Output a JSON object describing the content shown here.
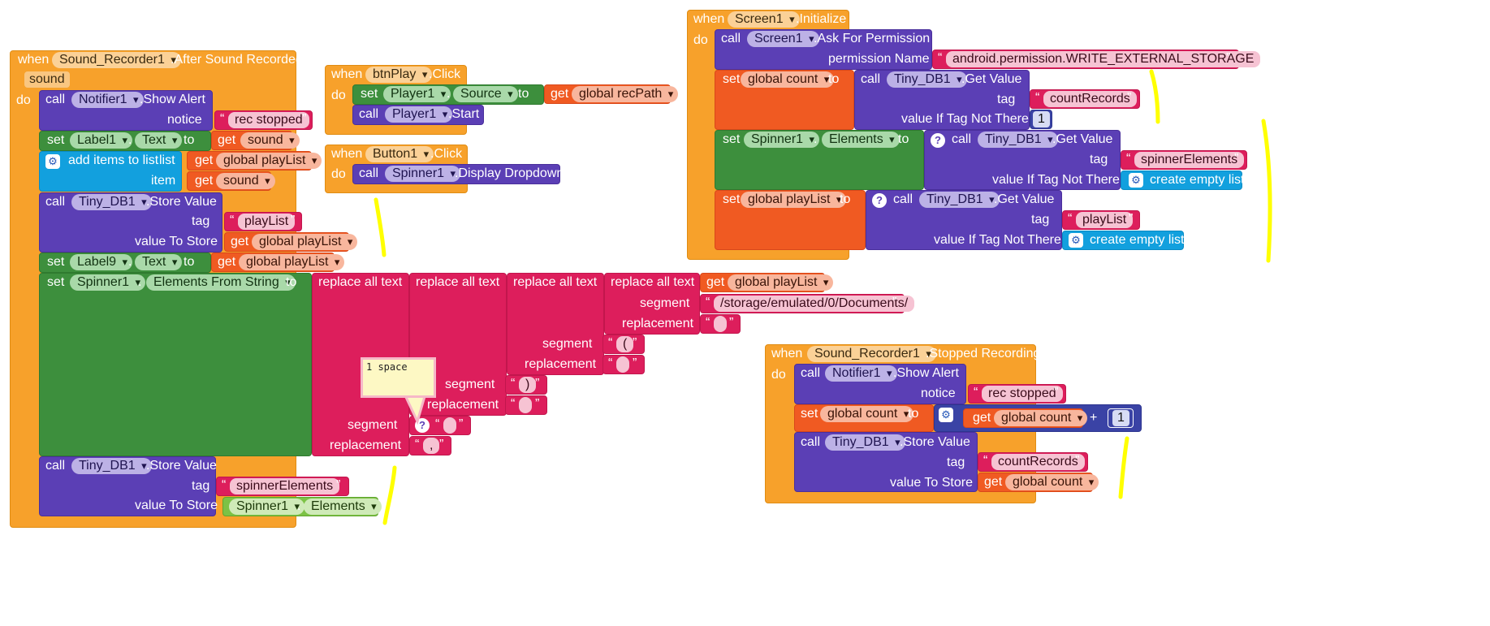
{
  "kw": {
    "when": "when",
    "do": "do",
    "call": "call",
    "set": "set",
    "get": "get",
    "to": "to",
    "add_items": "add items to list",
    "list": "list",
    "item": "item",
    "replace_all": "replace all text",
    "segment": "segment",
    "replacement": "replacement",
    "plus": "+",
    "create_empty": "create empty list",
    "dot": "."
  },
  "ev1": {
    "component": "Sound_Recorder1",
    "event": ".After Sound Recorded",
    "param": "sound",
    "notifier": "Notifier1",
    "show_alert": ".Show Alert",
    "notice": "notice",
    "notice_val": "rec stopped",
    "label1": "Label1",
    "text": "Text",
    "sound": "sound",
    "playlist": "global playList",
    "tinydb": "Tiny_DB1",
    "store_value": ".Store Value",
    "tag": "tag",
    "tag_playlist": "playList",
    "value_to_store": "value To Store",
    "label9": "Label9",
    "spinner": "Spinner1",
    "elements_from_string": "Elements From String",
    "seg_path": "/storage/emulated/0/Documents/",
    "seg_open": "(",
    "seg_close": ")",
    "seg_comma": ",",
    "tag_spinner": "spinnerElements",
    "elements": "Elements"
  },
  "comment_text": "1 space",
  "ev2": {
    "component": "btnPlay",
    "event": ".Click",
    "player": "Player1",
    "source": "Source",
    "recpath": "global recPath",
    "start": ".Start"
  },
  "ev3": {
    "component": "Button1",
    "event": ".Click",
    "spinner": "Spinner1",
    "display": ".Display Dropdown"
  },
  "ev4": {
    "component": "Screen1",
    "event": ".Initialize",
    "ask": ".Ask For Permission",
    "perm_label": "permission Name",
    "perm_val": "android.permission.WRITE_EXTERNAL_STORAGE",
    "count": "global count",
    "tinydb": "Tiny_DB1",
    "get_value": ".Get Value",
    "tag": "tag",
    "tag_count": "countRecords",
    "not_there": "value If Tag Not There",
    "one": "1",
    "spinner": "Spinner1",
    "elements": "Elements",
    "tag_spinner": "spinnerElements",
    "playlist": "global playList",
    "tag_playlist": "playList"
  },
  "ev5": {
    "component": "Sound_Recorder1",
    "event": ".Stopped Recording",
    "notifier": "Notifier1",
    "show_alert": ".Show Alert",
    "notice": "notice",
    "notice_val": "rec stopped",
    "count": "global count",
    "one": "1",
    "tinydb": "Tiny_DB1",
    "store_value": ".Store Value",
    "tag": "tag",
    "tag_count": "countRecords",
    "value_to_store": "value To Store"
  },
  "colors": {
    "event": "#f7a12b",
    "procedure": "#5b3fb5",
    "setter": "#3d8f3d",
    "variable": "#f05a22",
    "text": "#dd1e5c",
    "list": "#12a0de",
    "math": "#3a43a5",
    "highlight": "#ffff00"
  }
}
